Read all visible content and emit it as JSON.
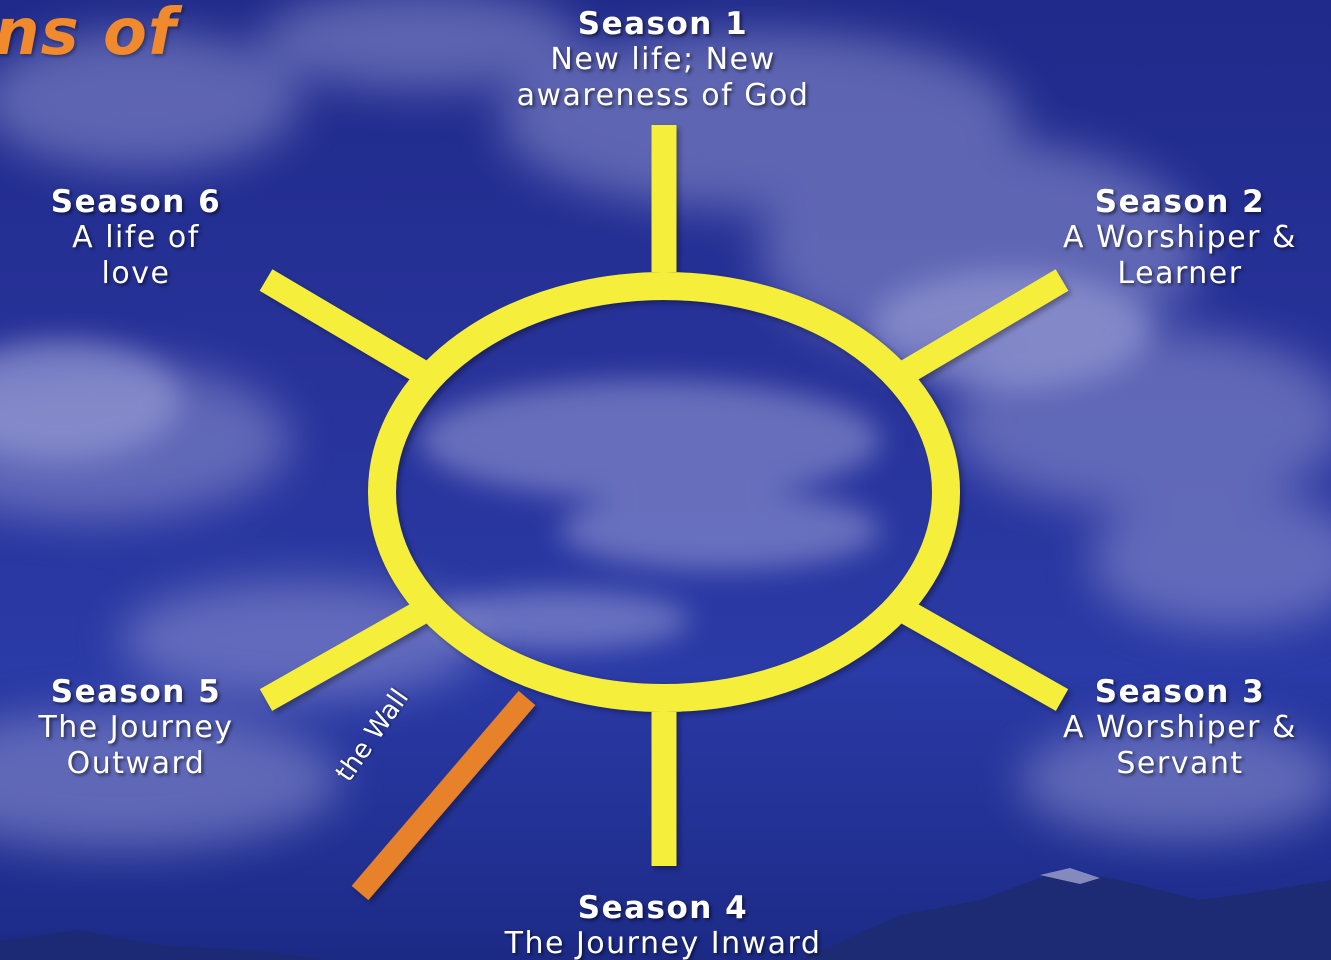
{
  "title_fragment": "ns of",
  "seasons": [
    {
      "name": "Season 1",
      "desc_lines": [
        "New life; New",
        "awareness of God"
      ]
    },
    {
      "name": "Season 2",
      "desc_lines": [
        "A Worshiper &",
        "Learner"
      ]
    },
    {
      "name": "Season 3",
      "desc_lines": [
        "A Worshiper &",
        "Servant"
      ]
    },
    {
      "name": "Season 4",
      "desc_lines": [
        "The Journey Inward"
      ]
    },
    {
      "name": "Season 5",
      "desc_lines": [
        "The Journey",
        "Outward"
      ]
    },
    {
      "name": "Season 6",
      "desc_lines": [
        "A life of",
        "love"
      ]
    }
  ],
  "wall_label": "the Wall",
  "colors": {
    "sun": "#f5ef3a",
    "wall": "#e8822a",
    "title": "#f08a2c",
    "text": "#ffffff",
    "sky": "#24319b"
  }
}
